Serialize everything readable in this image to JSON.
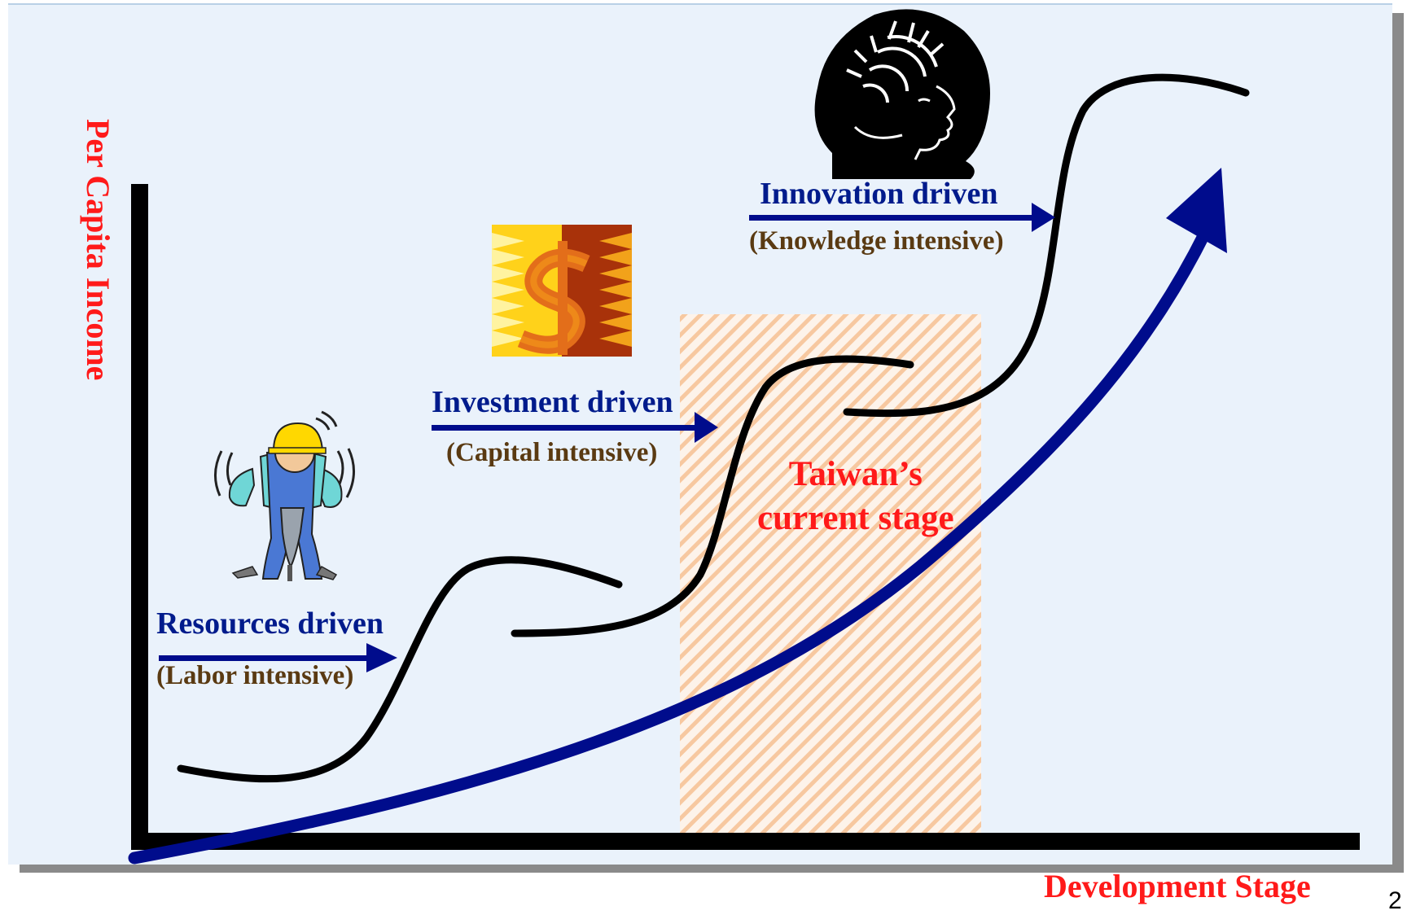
{
  "axes": {
    "y_label": "Per Capita Income",
    "x_label": "Development Stage"
  },
  "stages": [
    {
      "title": "Resources driven",
      "subtitle": "(Labor intensive)",
      "icon": "worker-jackhammer-icon"
    },
    {
      "title": "Investment driven",
      "subtitle": "(Capital intensive)",
      "icon": "dollar-sign-icon"
    },
    {
      "title": "Innovation driven",
      "subtitle": "(Knowledge intensive)",
      "icon": "human-head-brain-icon"
    }
  ],
  "highlight": {
    "line1": "Taiwan’s",
    "line2": "current stage"
  },
  "page_number": "2",
  "colors": {
    "background": "#eaf2fb",
    "stage_title": "#001b8c",
    "stage_subtitle": "#5a3a12",
    "accent_red": "#ff1a1a",
    "trend_arrow": "#000c8c",
    "highlight_stripes": "#f7c8a0"
  }
}
